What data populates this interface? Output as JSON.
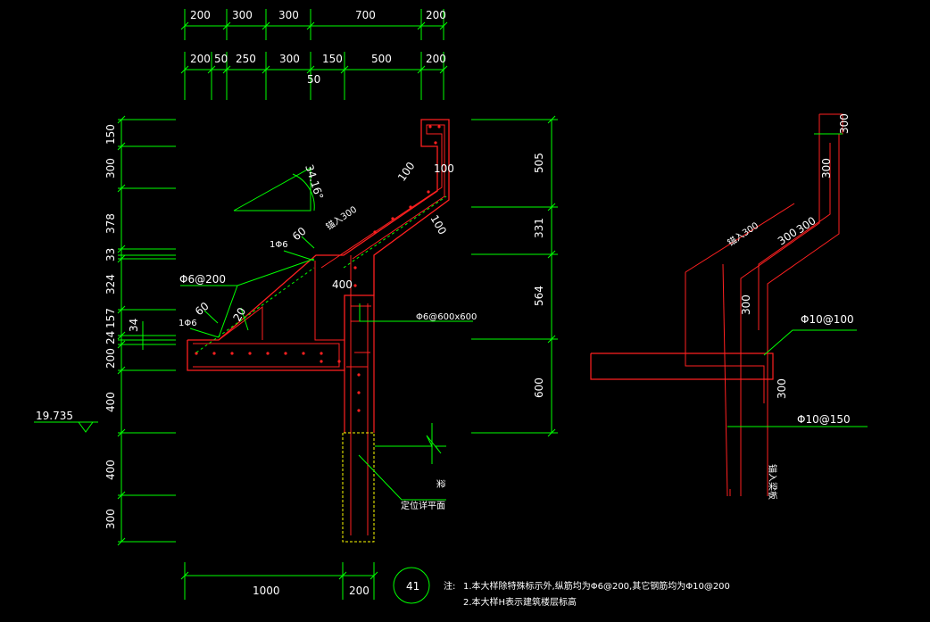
{
  "colors": {
    "background": "#000000",
    "dimension_lines": "#00ff00",
    "concrete_outline": "#ff2020",
    "rebar": "#ff2020",
    "beam_hidden": "#ffff00",
    "text": "#ffffff",
    "leader_lines": "#00ff00"
  },
  "top_dims_row1": [
    "200",
    "300",
    "300",
    "700",
    "200"
  ],
  "top_dims_row2": [
    "200",
    "50",
    "250",
    "300",
    "150",
    "500",
    "200"
  ],
  "top_dims_extra": "50",
  "left_dims": [
    "150",
    "300",
    "378",
    "33",
    "324",
    "157",
    "24",
    "34",
    "200",
    "400",
    "400",
    "300"
  ],
  "right_dims": [
    "505",
    "331",
    "564",
    "600"
  ],
  "bottom_dims": [
    "1000",
    "200"
  ],
  "elevation": "19.735",
  "angle": "34.16°",
  "section_labels": {
    "phi6_200": "Φ6@200",
    "phi6_grid": "Φ6@600x600",
    "one_phi6_top": "1Φ6",
    "one_phi6_left": "1Φ6",
    "dim_60_top": "60",
    "dim_60_left": "60",
    "dim_400": "400",
    "dim_100_a": "100",
    "dim_100_b": "100",
    "dim_100_c": "100",
    "dim_20": "20",
    "anchorage": "锚入300",
    "beam": "梁",
    "locate_per_plan": "定位详平面"
  },
  "detail_labels": {
    "d300_top": "300",
    "d300_vert": "300",
    "d300_a": "300",
    "d300_b": "300",
    "d300_mid": "300",
    "d300_low": "300",
    "anchorage": "锚入300",
    "phi10_100": "Φ10@100",
    "phi10_150": "Φ10@150",
    "embed_beam": "锚入梁板"
  },
  "detail_mark": "41",
  "notes": {
    "prefix": "注:",
    "line1": "1.本大样除特殊标示外,纵筋均为Φ6@200,其它钢筋均为Φ10@200",
    "line2": "2.本大样H表示建筑楼层标高"
  }
}
